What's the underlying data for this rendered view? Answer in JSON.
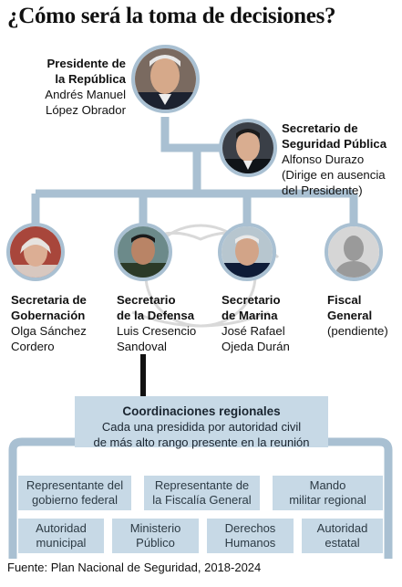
{
  "title": "¿Cómo será la toma de decisiones?",
  "president": {
    "role_line1": "Presidente de",
    "role_line2": "la República",
    "name_line1": "Andrés Manuel",
    "name_line2": "López Obrador"
  },
  "security": {
    "role_line1": "Secretario de",
    "role_line2": "Seguridad Pública",
    "name_line1": "Alfonso Durazo",
    "note_line1": "(Dirige en ausencia",
    "note_line2": "del Presidente)"
  },
  "officials": [
    {
      "role_line1": "Secretaria de",
      "role_line2": "Gobernación",
      "name_line1": "Olga Sánchez",
      "name_line2": "Cordero"
    },
    {
      "role_line1": "Secretario",
      "role_line2": "de la Defensa",
      "name_line1": "Luis Cresencio",
      "name_line2": "Sandoval"
    },
    {
      "role_line1": "Secretario",
      "role_line2": "de Marina",
      "name_line1": "José Rafael",
      "name_line2": "Ojeda Durán"
    },
    {
      "role_line1": "Fiscal",
      "role_line2": "General",
      "name_line1": "(pendiente)",
      "name_line2": ""
    }
  ],
  "coordination": {
    "heading": "Coordinaciones regionales",
    "line1": "Cada una presidida por autoridad civil",
    "line2": "de más alto rango presente en la reunión"
  },
  "members_row1": [
    {
      "line1": "Representante del",
      "line2": "gobierno federal"
    },
    {
      "line1": "Representante de",
      "line2": "la Fiscalía General"
    },
    {
      "line1": "Mando",
      "line2": "militar regional"
    }
  ],
  "members_row2": [
    {
      "line1": "Autoridad",
      "line2": "municipal"
    },
    {
      "line1": "Ministerio",
      "line2": "Público"
    },
    {
      "line1": "Derechos",
      "line2": "Humanos"
    },
    {
      "line1": "Autoridad",
      "line2": "estatal"
    }
  ],
  "source": "Fuente: Plan Nacional de Seguridad, 2018-2024",
  "colors": {
    "connector": "#a9c0d2",
    "box_fill": "#c7d9e6",
    "dark_connector": "#111111"
  }
}
